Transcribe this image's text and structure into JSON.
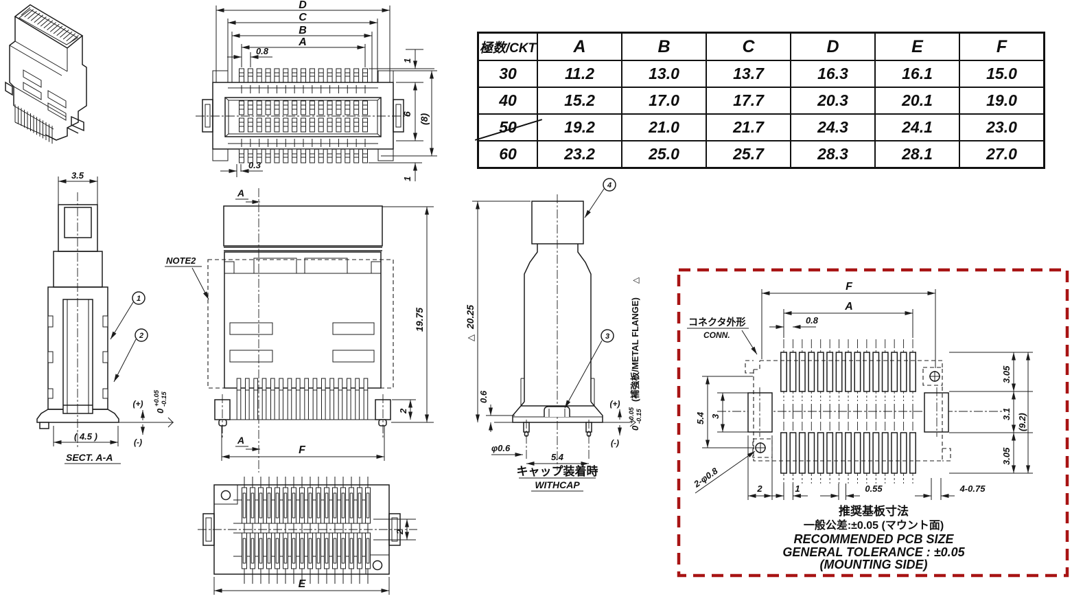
{
  "table": {
    "header": [
      "極数/CKT",
      "A",
      "B",
      "C",
      "D",
      "E",
      "F"
    ],
    "rows": [
      [
        "30",
        "11.2",
        "13.0",
        "13.7",
        "16.3",
        "16.1",
        "15.0"
      ],
      [
        "40",
        "15.2",
        "17.0",
        "17.7",
        "20.3",
        "20.1",
        "19.0"
      ],
      [
        "50",
        "19.2",
        "21.0",
        "21.7",
        "24.3",
        "24.1",
        "23.0"
      ],
      [
        "60",
        "23.2",
        "25.0",
        "25.7",
        "28.3",
        "28.1",
        "27.0"
      ]
    ]
  },
  "plan_view": {
    "dim_d": "D",
    "dim_c": "C",
    "dim_b": "B",
    "dim_a": "A",
    "dim_pitch": "0.8",
    "dim_offset": "0.3",
    "dim_lead_top": "1",
    "dim_body": "6",
    "dim_body_ref": "(8)",
    "dim_lead_bottom": "1"
  },
  "section_view": {
    "dim_width": "3.5",
    "dim_base": "( 4.5 )",
    "callout_1": "1",
    "callout_2": "2",
    "tol_base": "0",
    "tol_plus": "+0.05",
    "tol_minus": "-0.15",
    "datum_plus": "(+)",
    "datum_minus": "(-)",
    "caption": "SECT. A-A"
  },
  "front_view": {
    "note": "NOTE2",
    "section_marker": "A",
    "dim_height": "19.75",
    "dim_standoff": "2",
    "dim_width": "F"
  },
  "withcap_view": {
    "callout_3": "3",
    "callout_4": "4",
    "ref_triangle": "△",
    "dim_height": "20.25",
    "dim_base": "0.6",
    "dim_pin": "φ0.6",
    "dim_span": "5.4",
    "tol_base": "0",
    "tol_plus": "+0.05",
    "tol_minus": "-0.15",
    "flange_note": "(補強板/METAL FLANGE)",
    "datum_plus": "(+)",
    "datum_minus": "(-)",
    "caption_jp": "キャップ装着時",
    "caption_en": "WITHCAP"
  },
  "bottom_view": {
    "dim_width": "E",
    "dim_row": "2"
  },
  "pcb_layout": {
    "accent_color": "#a81414",
    "outline_label_jp": "コネクタ外形",
    "outline_label_en": "CONN.",
    "dim_f": "F",
    "dim_a": "A",
    "dim_pitch": "0.8",
    "dim_row_top": "3.05",
    "dim_center": "3.1",
    "dim_overall": "(9.2)",
    "dim_row_bottom": "3.05",
    "dim_hole_span": "5.4",
    "dim_pad_len": "3",
    "dim_holes": "2-φ0.8",
    "dim_edge": "2",
    "dim_lead": "1",
    "dim_pad_w": "0.55",
    "dim_corner_pad": "4-0.75",
    "caption_line1": "推奨基板寸法",
    "caption_line2": "一般公差:±0.05 (マウント面)",
    "caption_line3": "RECOMMENDED PCB SIZE",
    "caption_line4": "GENERAL TOLERANCE : ±0.05",
    "caption_line5": "(MOUNTING SIDE)"
  }
}
